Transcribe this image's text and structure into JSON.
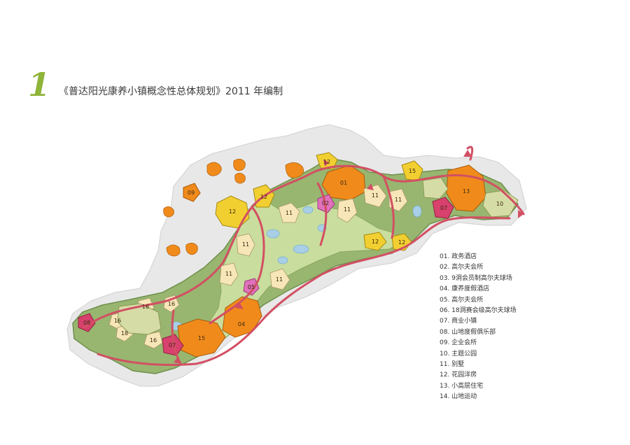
{
  "header": {
    "number": "1",
    "title": "《普达阳光康养小镇概念性总体规划》2011 年编制"
  },
  "legend": [
    "01. 政务酒店",
    "02. 高尔夫会所",
    "03. 9洞会员制高尔夫球场",
    "04. 康养度假酒店",
    "05. 高尔夫会所",
    "06. 18洞赛会级高尔夫球场",
    "07. 商业小镇",
    "08. 山地度假俱乐部",
    "09. 企业会所",
    "10. 主题公园",
    "11. 别墅",
    "12. 花园洋房",
    "13. 小高层住宅",
    "14. 山地运动"
  ],
  "map": {
    "zones": [
      {
        "code": "01",
        "kind": "hotel"
      },
      {
        "code": "02",
        "kind": "clubhouse"
      },
      {
        "code": "04",
        "kind": "hotel"
      },
      {
        "code": "05",
        "kind": "clubhouse"
      },
      {
        "code": "07",
        "kind": "commercial"
      },
      {
        "code": "07",
        "kind": "commercial"
      },
      {
        "code": "08",
        "kind": "commercial"
      },
      {
        "code": "09",
        "kind": "villa-cluster"
      },
      {
        "code": "10",
        "kind": "park"
      },
      {
        "code": "11",
        "kind": "villa"
      },
      {
        "code": "11",
        "kind": "villa"
      },
      {
        "code": "11",
        "kind": "villa"
      },
      {
        "code": "11",
        "kind": "villa"
      },
      {
        "code": "11",
        "kind": "villa"
      },
      {
        "code": "11",
        "kind": "villa"
      },
      {
        "code": "11",
        "kind": "villa"
      },
      {
        "code": "12",
        "kind": "garden"
      },
      {
        "code": "12",
        "kind": "garden"
      },
      {
        "code": "12",
        "kind": "garden"
      },
      {
        "code": "12",
        "kind": "garden"
      },
      {
        "code": "12",
        "kind": "garden"
      },
      {
        "code": "13",
        "kind": "highrise"
      },
      {
        "code": "15",
        "kind": "highrise"
      },
      {
        "code": "15",
        "kind": "garden"
      },
      {
        "code": "16",
        "kind": "villa"
      },
      {
        "code": "16",
        "kind": "villa"
      },
      {
        "code": "16",
        "kind": "villa"
      },
      {
        "code": "16",
        "kind": "villa"
      },
      {
        "code": "18",
        "kind": "villa"
      }
    ],
    "colors": {
      "terrain": "#e6e6e6",
      "forest": "#93b26a",
      "golf": "#c6dc9b",
      "road": "#d24f63",
      "hotel": "#f08b1b",
      "garden": "#f2cf31",
      "villa": "#f6e6b8",
      "clubhouse": "#e071bb",
      "commercial": "#d8416d",
      "park": "#d6dca6",
      "water": "#a8cfe6",
      "accent": "#8fb43a"
    }
  }
}
